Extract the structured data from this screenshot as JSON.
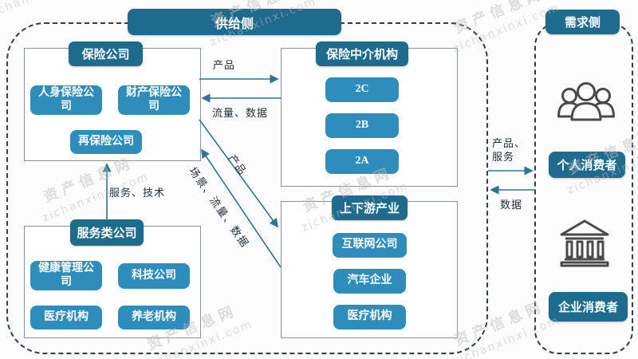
{
  "colors": {
    "header_bg": "#1d6b8d",
    "button_bg": "#2e8dbb",
    "box_border": "#8496a3",
    "dashed_border": "#2c3e52",
    "arrow": "#2c7493",
    "label_text": "#1f2c39",
    "icon_stroke": "#4a4a4a",
    "watermark": "#bdbdbd"
  },
  "supply": {
    "title": "供给侧",
    "insurance": {
      "title": "保险公司",
      "items": [
        "人身保险公司",
        "财产保险公司",
        "再保险公司"
      ]
    },
    "intermediary": {
      "title": "保险中介机构",
      "items": [
        "2C",
        "2B",
        "2A"
      ]
    },
    "service": {
      "title": "服务类公司",
      "items": [
        "健康管理公司",
        "科技公司",
        "医疗机构",
        "养老机构"
      ]
    },
    "downstream": {
      "title": "上下游产业",
      "items": [
        "互联网公司",
        "汽车企业",
        "医疗机构"
      ]
    }
  },
  "demand": {
    "title": "需求侧",
    "personal": {
      "label": "个人消费者",
      "icon": "people-group-icon"
    },
    "enterprise": {
      "label": "企业消费者",
      "icon": "bank-building-icon"
    }
  },
  "labels": {
    "product_top": "产品",
    "traffic_data": "流量、数据",
    "product_diag": "产品",
    "scene_traffic_data": "场景、流量、数据",
    "service_tech": "服务、技术",
    "product_service_line1": "产品、",
    "product_service_line2": "服务",
    "data": "数据"
  },
  "watermark": {
    "line1": "资产信息网",
    "line2": "zichanxinxi.com",
    "tiles": [
      [
        -30,
        -15
      ],
      [
        250,
        20
      ],
      [
        555,
        28
      ],
      [
        40,
        240
      ],
      [
        365,
        252
      ],
      [
        698,
        205
      ],
      [
        170,
        425
      ],
      [
        555,
        420
      ]
    ]
  }
}
